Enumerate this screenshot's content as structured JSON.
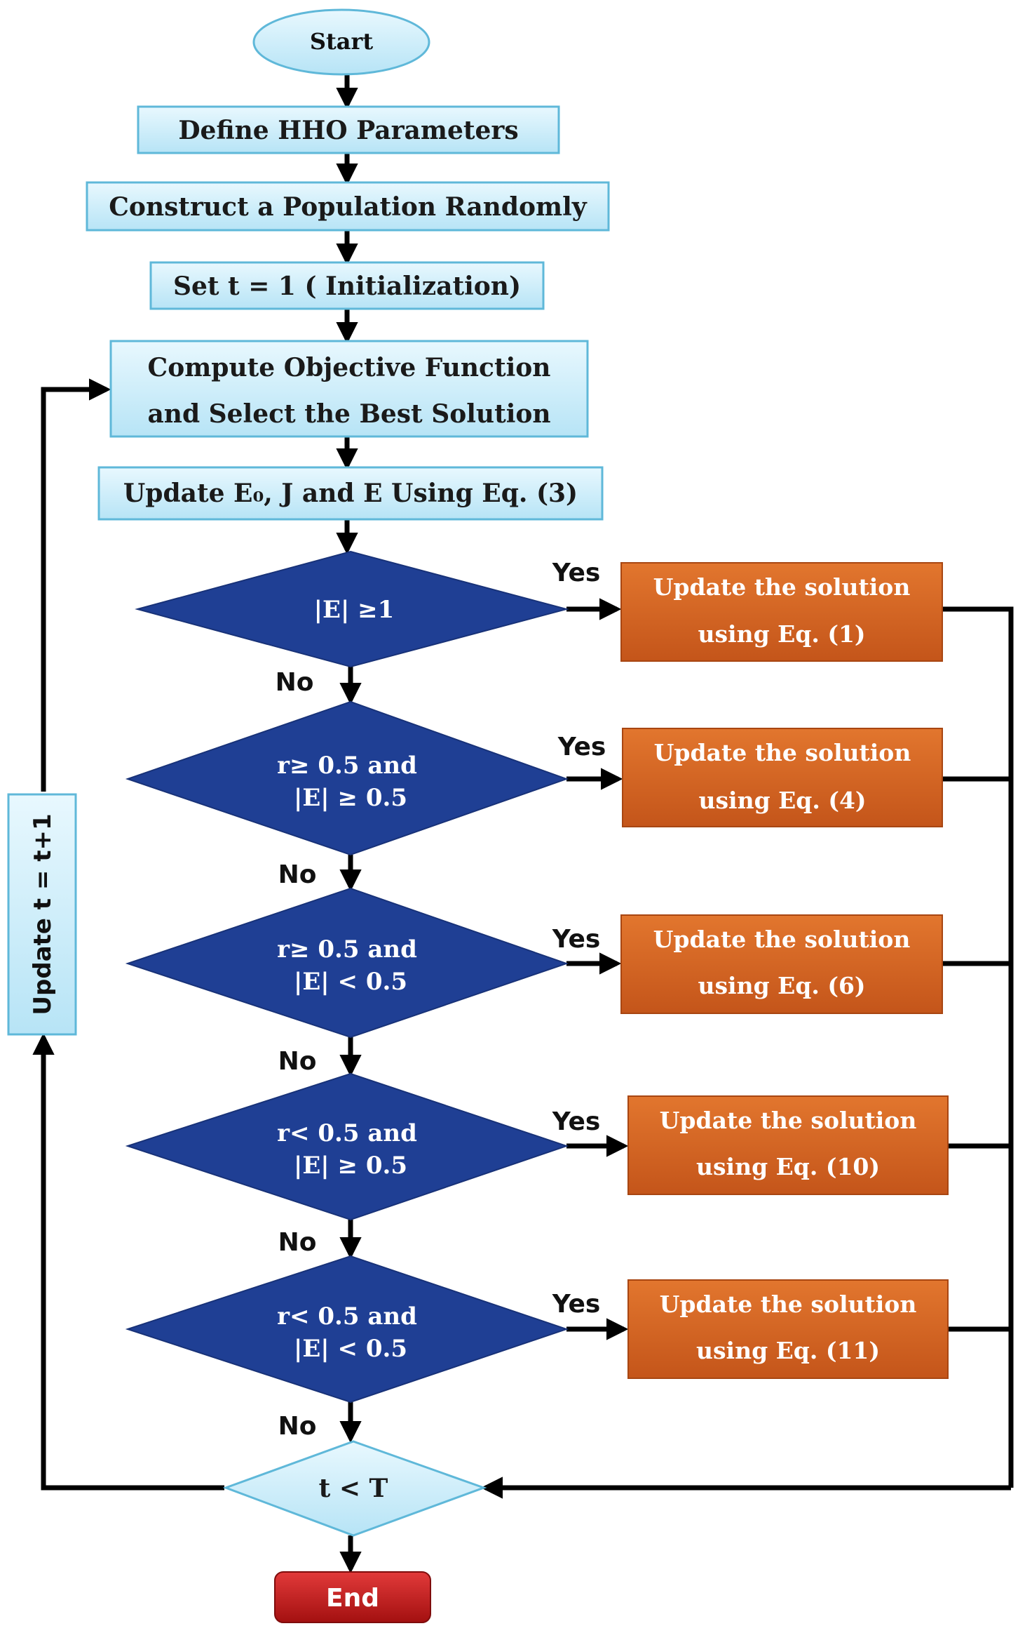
{
  "start": "Start",
  "steps": [
    "Define HHO Parameters",
    "Construct a Population Randomly",
    "Set t = 1  ( Initialization)",
    "Compute Objective Function",
    "and Select the Best Solution",
    "Update E₀, J and E Using Eq. (3)"
  ],
  "conditions": [
    {
      "line1": "|E| ≥1",
      "line2": ""
    },
    {
      "line1": "r≥ 0.5 and",
      "line2": "|E| ≥ 0.5"
    },
    {
      "line1": "r≥ 0.5 and",
      "line2": "|E| < 0.5"
    },
    {
      "line1": "r< 0.5 and",
      "line2": "|E| ≥ 0.5"
    },
    {
      "line1": "r< 0.5 and",
      "line2": "|E| < 0.5"
    }
  ],
  "updates": [
    {
      "line1": "Update the solution",
      "line2": "using Eq. (1)"
    },
    {
      "line1": "Update the solution",
      "line2": "using Eq. (4)"
    },
    {
      "line1": "Update the solution",
      "line2": "using Eq. (6)"
    },
    {
      "line1": "Update the solution",
      "line2": "using Eq. (10)"
    },
    {
      "line1": "Update the solution",
      "line2": "using Eq. (11)"
    }
  ],
  "yes_label": "Yes",
  "no_label": "No",
  "loop_condition": "t < T",
  "loop_update": "Update t = t+1",
  "end": "End",
  "colors": {
    "light_box": "#cdeefa",
    "light_box_border": "#5fb8d9",
    "diamond": "#1f3f94",
    "orange": "#d4631f",
    "end_red": "#c41b1b"
  }
}
